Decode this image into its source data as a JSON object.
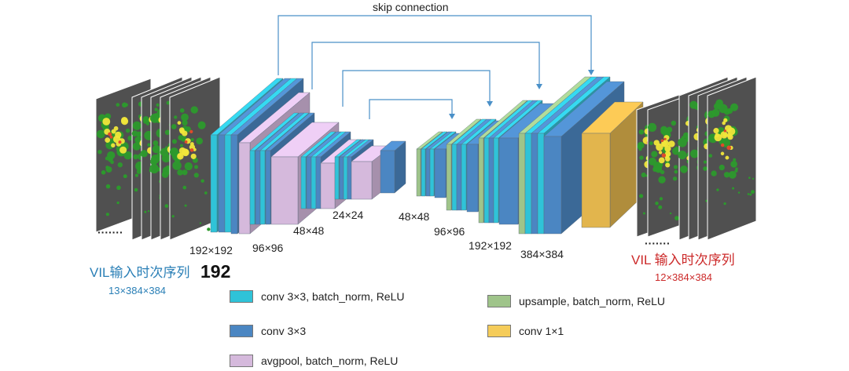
{
  "skip_label": "skip connection",
  "input": {
    "dots": "·······",
    "title": "VIL输入时次序列",
    "number": "192",
    "dims": "13×384×384",
    "color": "#2a7fb6"
  },
  "output": {
    "dots": "·······",
    "title": "VIL 输入时次序列",
    "dims": "12×384×384",
    "color": "#cc2a2a"
  },
  "sizes": {
    "enc1": "192×192",
    "enc2": "96×96",
    "enc3": "48×48",
    "enc4": "24×24",
    "dec1": "48×48",
    "dec2": "96×96",
    "dec3": "192×192",
    "dec4": "384×384"
  },
  "legend": [
    {
      "label": "conv 3×3, batch_norm, ReLU",
      "color": "#2fc3d8"
    },
    {
      "label": "conv 3×3",
      "color": "#4b86c2"
    },
    {
      "label": "avgpool, batch_norm, ReLU",
      "color": "#d5b9dc"
    },
    {
      "label": "upsample, batch_norm, ReLU",
      "color": "#9fc48a"
    },
    {
      "label": "conv 1×1",
      "color": "#f5cc5a"
    }
  ],
  "colors": {
    "conv_bn_relu": "#2fc3d8",
    "conv": "#4b86c2",
    "avgpool": "#d5b9dc",
    "upsample": "#9fc48a",
    "conv1x1": "#e2b54d",
    "radar_bg": "#505050",
    "skip_line": "#4a90c8"
  }
}
